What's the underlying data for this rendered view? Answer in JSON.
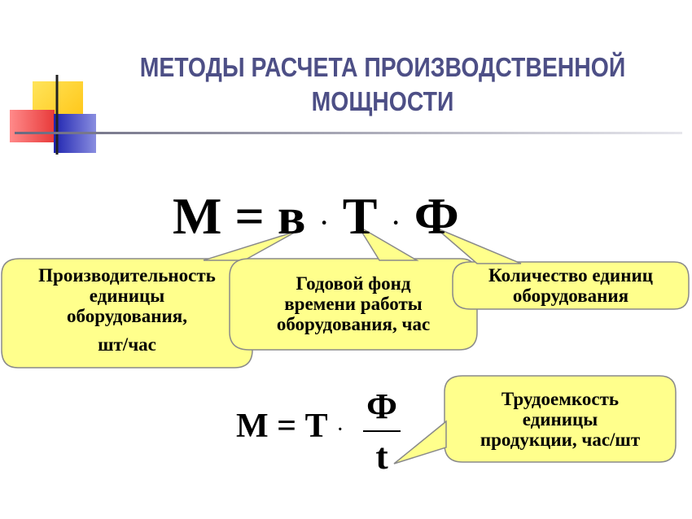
{
  "title": {
    "line1": "МЕТОДЫ РАСЧЕТА ПРОИЗВОДСТВЕННОЙ",
    "line2": "МОЩНОСТИ"
  },
  "formula1": {
    "M": "М",
    "eq": "=",
    "b": "в",
    "dot1": "·",
    "T": "Т",
    "dot2": "·",
    "F": "Ф"
  },
  "callouts": {
    "productivity": {
      "line1": "Производительность",
      "line2": "единицы",
      "line3": "оборудования,",
      "line4": "шт/час"
    },
    "time_fund": {
      "line1": "Годовой фонд",
      "line2": "времени работы",
      "line3": "оборудования, час"
    },
    "equipment_count": {
      "line1": "Количество единиц",
      "line2": "оборудования"
    },
    "labor_intensity": {
      "line1": "Трудоемкость",
      "line2": "единицы",
      "line3": "продукции, час/шт"
    }
  },
  "formula2": {
    "M": "М",
    "eq": "=",
    "T": "Т",
    "dot": "·",
    "numerator": "Ф",
    "denominator": "t"
  },
  "colors": {
    "title": "#4d4f86",
    "callout_fill": "#ffff8c",
    "callout_stroke": "#8a8a8a",
    "deco_yellow": "#ffd21f",
    "deco_red": "#f25050",
    "deco_blue": "#2a2fb8",
    "rule_line": "#9a9aa6"
  }
}
